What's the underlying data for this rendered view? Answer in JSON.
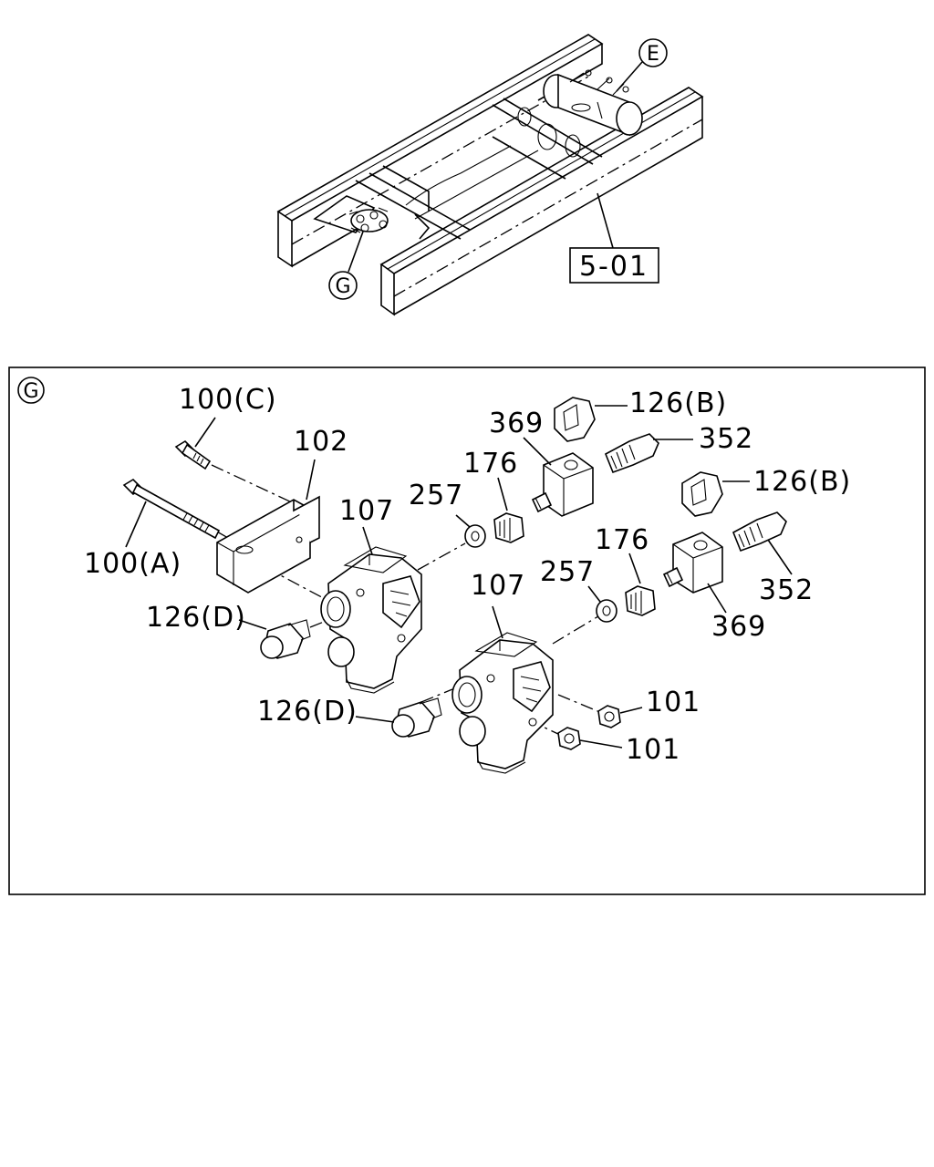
{
  "overview": {
    "callout_e": "E",
    "callout_g": "G",
    "ref_box": "5-01"
  },
  "detail": {
    "callout_g": "G",
    "labels": {
      "bolt_c": "100(C)",
      "bolt_a": "100(A)",
      "bracket": "102",
      "valve_upper": "107",
      "valve_lower": "107",
      "washer_upper": "257",
      "washer_lower": "257",
      "adapter_upper": "176",
      "adapter_lower": "176",
      "block_upper": "369",
      "block_lower": "369",
      "connector_b_upper": "126(B)",
      "connector_b_lower": "126(B)",
      "sensor_upper": "352",
      "sensor_lower": "352",
      "plug_d_upper": "126(D)",
      "plug_d_lower": "126(D)",
      "nut_upper": "101",
      "nut_lower": "101"
    }
  }
}
